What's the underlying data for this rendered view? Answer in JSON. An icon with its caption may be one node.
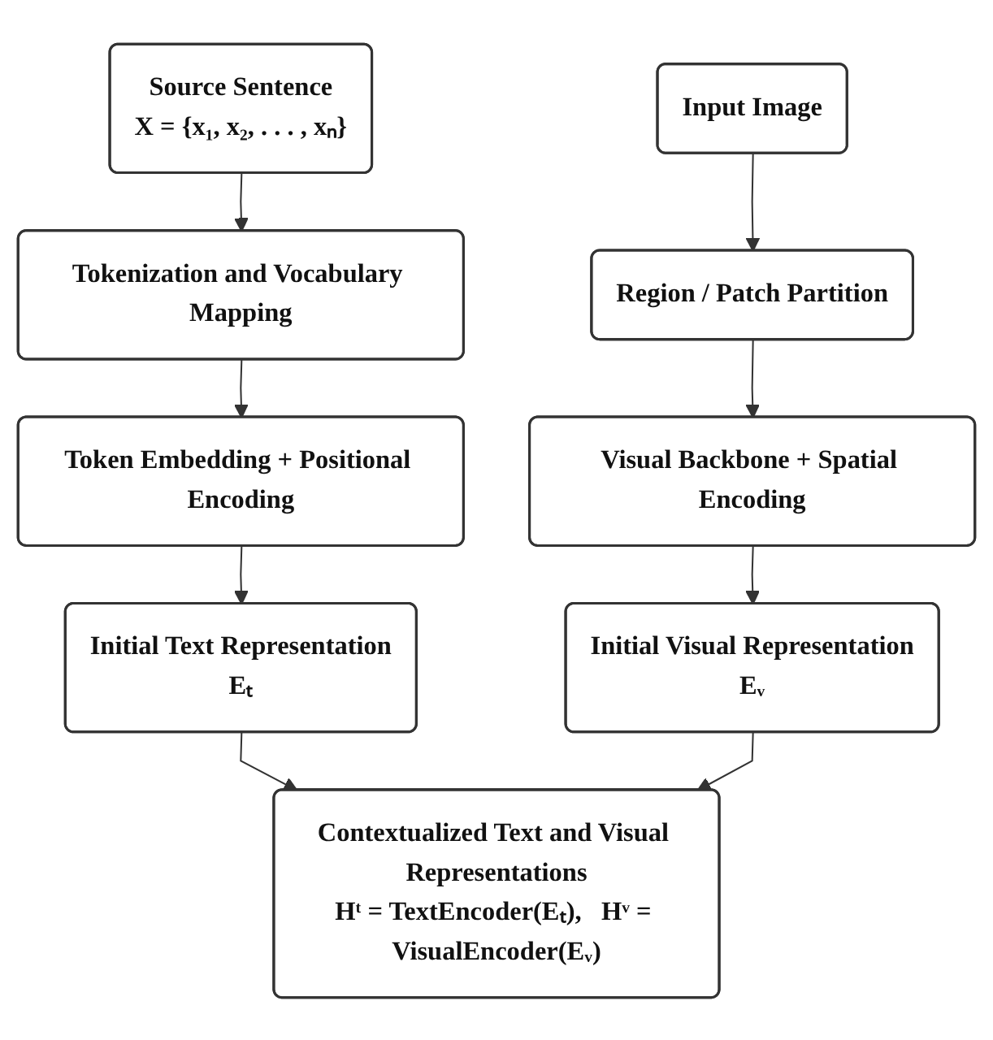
{
  "diagram": {
    "nodes": [
      {
        "text": [
          "Source Sentence",
          "X = {x₁, x₂, . . . , xₙ}"
        ]
      },
      {
        "text": [
          "Input Image"
        ]
      },
      {
        "text": [
          "Tokenization and Vocabulary Mapping"
        ]
      },
      {
        "text": [
          "Region / Patch Partition"
        ]
      },
      {
        "text": [
          "Token Embedding + Positional Encoding"
        ]
      },
      {
        "text": [
          "Visual Backbone + Spatial Encoding"
        ]
      },
      {
        "text": [
          "Initial Text Representation",
          "Eₜ"
        ]
      },
      {
        "text": [
          "Initial Visual Representation",
          "Eᵥ"
        ]
      },
      {
        "text": [
          "Contextualized Text and Visual Representations",
          "Hᵗ = TextEncoder(Eₜ),   Hᵛ = VisualEncoder(Eᵥ)"
        ]
      }
    ],
    "edges": [
      {
        "from": 0,
        "to": 2,
        "arrow": "to"
      },
      {
        "from": 2,
        "to": 4,
        "arrow": "to"
      },
      {
        "from": 4,
        "to": 6,
        "arrow": "to"
      },
      {
        "from": 1,
        "to": 3,
        "arrow": "to"
      },
      {
        "from": 3,
        "to": 5,
        "arrow": "to"
      },
      {
        "from": 5,
        "to": 7,
        "arrow": "to"
      },
      {
        "from": 6,
        "to": 8,
        "arrow": "to"
      },
      {
        "from": 7,
        "to": 8,
        "arrow": "to"
      }
    ]
  }
}
